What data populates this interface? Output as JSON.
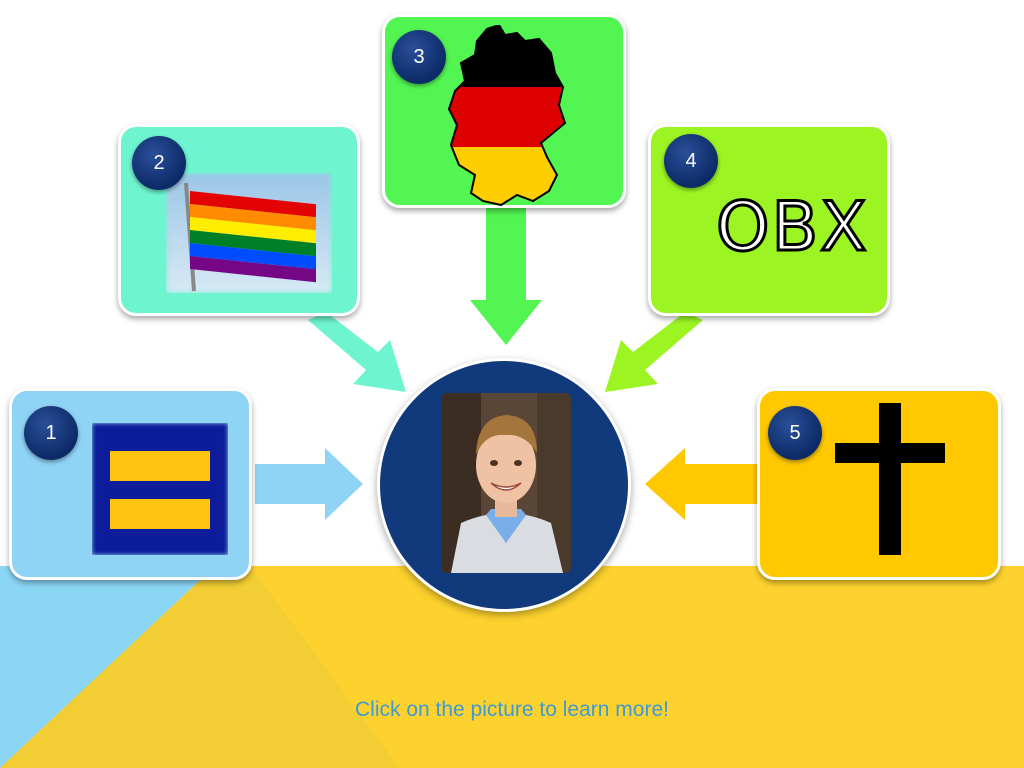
{
  "badges": {
    "b1": "1",
    "b2": "2",
    "b3": "3",
    "b4": "4",
    "b5": "5"
  },
  "tiles": {
    "obx_text": "OBX"
  },
  "caption": "Click on the picture to learn more!",
  "colors": {
    "tile1": "#8FD3F5",
    "tile2": "#6EF5D0",
    "tile3": "#52F552",
    "tile4": "#9CF523",
    "tile5": "#FFC800",
    "center": "#113A7C",
    "badge": "#0C2A66",
    "background_yellow": "#FDD22E",
    "background_blue": "#8CD6F5",
    "caption": "#3D9AD4"
  },
  "icons": {
    "tile1": "equality-sign-icon",
    "tile2": "rainbow-flag-icon",
    "tile3": "germany-map-icon",
    "tile5": "cross-icon"
  }
}
